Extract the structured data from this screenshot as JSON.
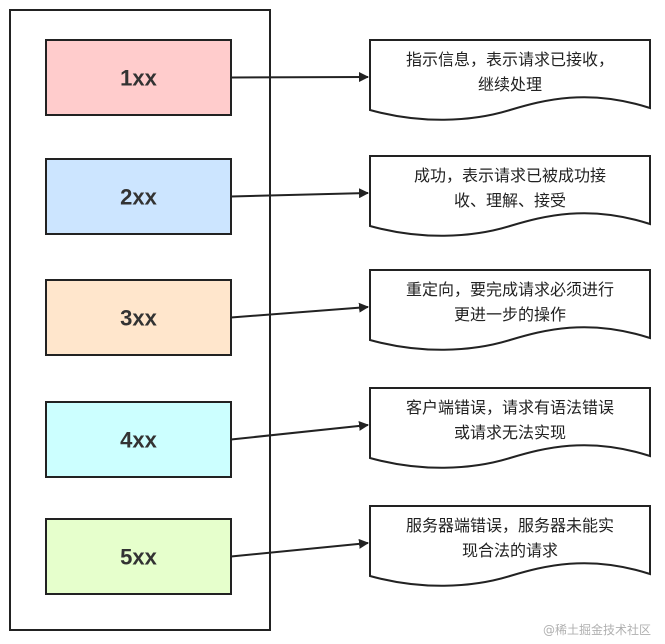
{
  "status_classes": [
    {
      "code": "1xx",
      "color": "#FFCCCC",
      "desc_lines": [
        "指示信息，表示请求已接收，",
        "继续处理"
      ]
    },
    {
      "code": "2xx",
      "color": "#CCE5FF",
      "desc_lines": [
        "成功，表示请求已被成功接",
        "收、理解、接受"
      ]
    },
    {
      "code": "3xx",
      "color": "#FFE6CC",
      "desc_lines": [
        "重定向，要完成请求必须进行",
        "更进一步的操作"
      ]
    },
    {
      "code": "4xx",
      "color": "#CCFFFF",
      "desc_lines": [
        "客户端错误，请求有语法错误",
        "或请求无法实现"
      ]
    },
    {
      "code": "5xx",
      "color": "#E6FFCC",
      "desc_lines": [
        "服务器端错误，服务器未能实",
        "现合法的请求"
      ]
    }
  ],
  "watermark": "@稀土掘金技术社区"
}
